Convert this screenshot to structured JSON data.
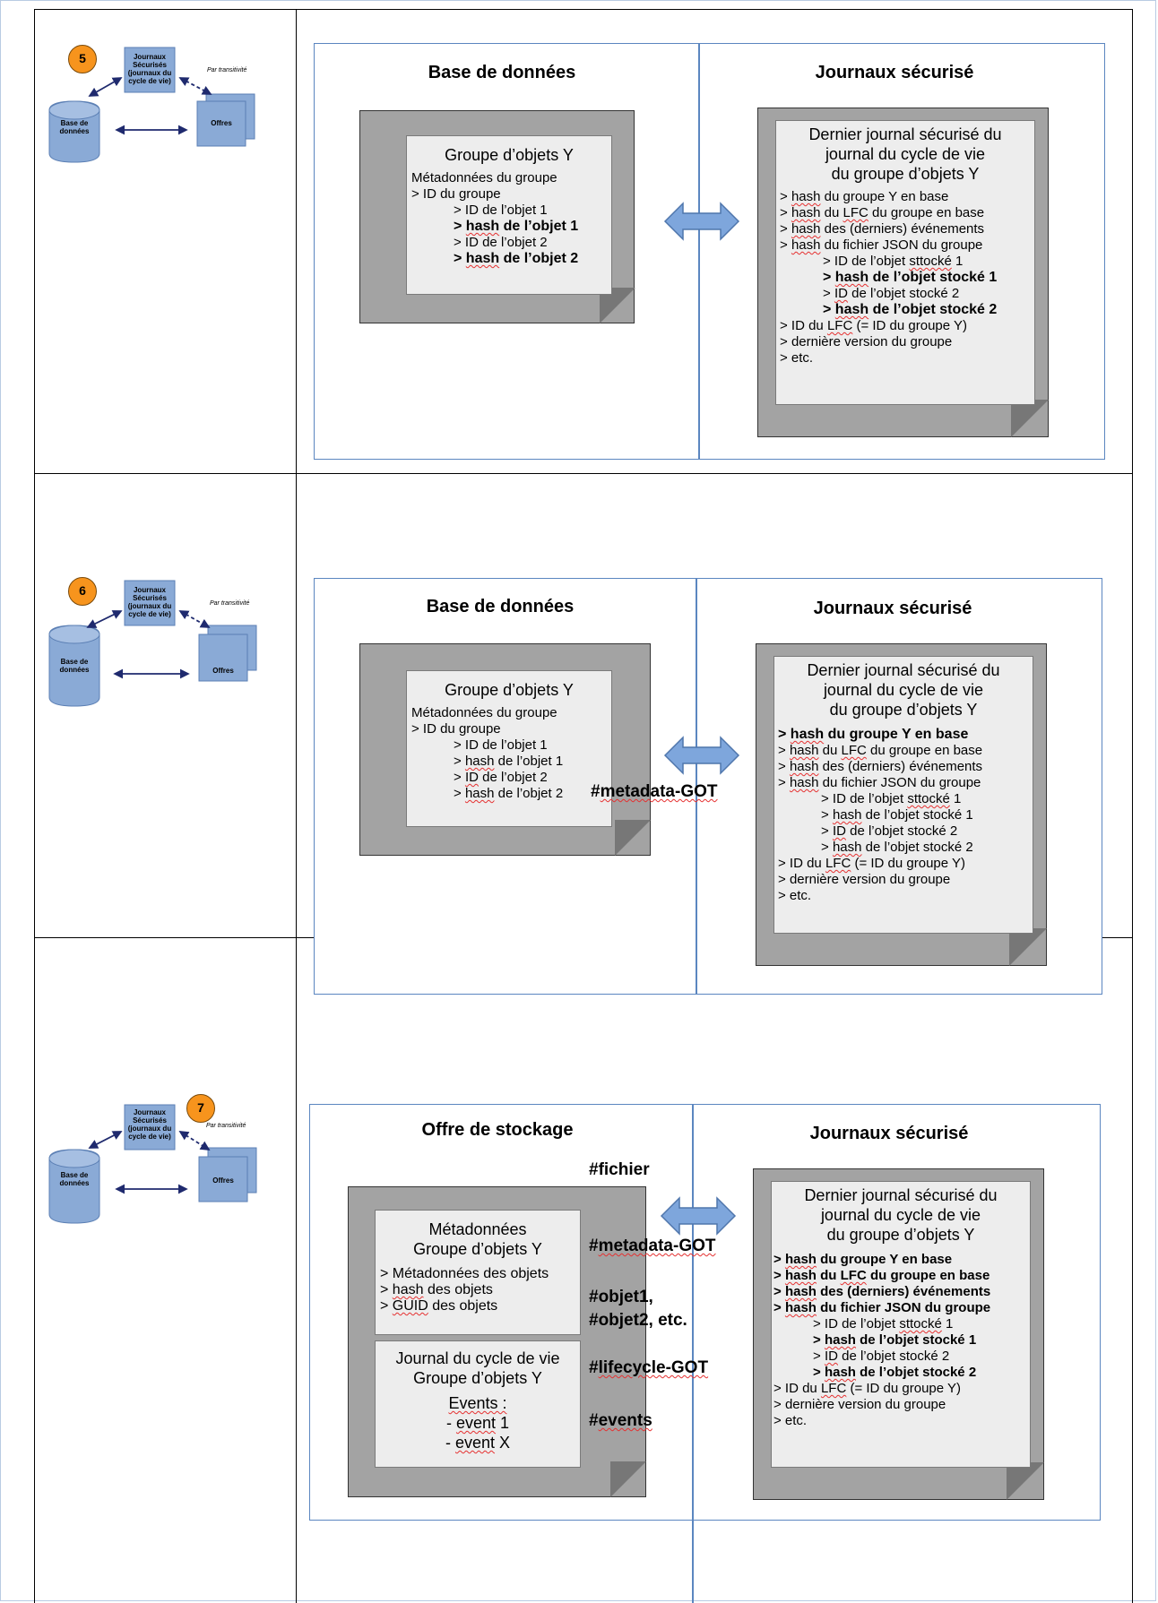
{
  "mini": {
    "journaux_label": "Journaux Sécurisés (journaux du cycle de vie)",
    "base_label": "Base de données",
    "offres_label": "Offres",
    "transitivity_label": "Par transitivité",
    "steps": [
      "5",
      "6",
      "7"
    ]
  },
  "headers": {
    "base": "Base de données",
    "journaux": "Journaux sécurisé",
    "offre": "Offre de stockage"
  },
  "groupe_card": {
    "title": "Groupe d’objets Y",
    "meta_label": "Métadonnées du groupe",
    "id_groupe": "> ID du groupe",
    "id_obj1": "> ID de l’objet 1",
    "hash_obj1_prefix": "> ",
    "hash_obj1_word": "hash",
    "hash_obj1_rest": " de l’objet 1",
    "id_obj2": "> ID de l’objet 2",
    "hash_obj2_prefix": "> ",
    "hash_obj2_word": "hash",
    "hash_obj2_rest": " de l’objet 2"
  },
  "journal_card": {
    "title1": "Dernier journal sécurisé du",
    "title2": "journal du cycle de vie",
    "title3": "du groupe d’objets Y",
    "l1a": "> ",
    "l1w": "hash",
    "l1b": " du groupe Y en base",
    "l2a": "> ",
    "l2w": "hash",
    "l2b": " du ",
    "l2w2": "LFC",
    "l2c": " du groupe en base",
    "l3a": "> ",
    "l3w": "hash",
    "l3b": " des (derniers) événements",
    "l4a": "> ",
    "l4w": "hash",
    "l4b": " du fichier JSON du groupe",
    "l5a": "> ID de l’objet ",
    "l5w": "sttocké",
    "l5b": " 1",
    "l6a": "> ",
    "l6w": "hash",
    "l6b": " de l’objet stocké 1",
    "l7a": "> ",
    "l7w": "ID",
    "l7b": " de l’objet stocké 2",
    "l8a": "> ",
    "l8w": "hash",
    "l8b": " de l’objet stocké 2",
    "l9a": "> ID du ",
    "l9w": "LFC",
    "l9b": " (= ID du groupe Y)",
    "l10a": "> ",
    "l10w": "dernière",
    "l10b": " version du groupe",
    "l11": "> etc."
  },
  "offre_card": {
    "meta_title1": "Métadonnées",
    "meta_title2": "Groupe d’objets Y",
    "m1": "> Métadonnées des objets",
    "m2a": "> ",
    "m2w": "hash",
    "m2b": " des objets",
    "m3a": "> ",
    "m3w": "GUID",
    "m3b": " des objets",
    "journal_title1": "Journal du cycle de vie",
    "journal_title2": "Groupe d’objets Y",
    "events_label": "Events :",
    "event1a": "- ",
    "event1w": "event",
    "event1b": " 1",
    "eventXa": "- ",
    "eventXw": "event",
    "eventXb": " X"
  },
  "tags": {
    "metadata_got": "#metadata-GOT",
    "fichier": "#fichier",
    "objet1": "#objet1,",
    "objet2": "#objet2, etc.",
    "lifecycle_got": "#lifecycle-GOT",
    "events": "#events"
  }
}
